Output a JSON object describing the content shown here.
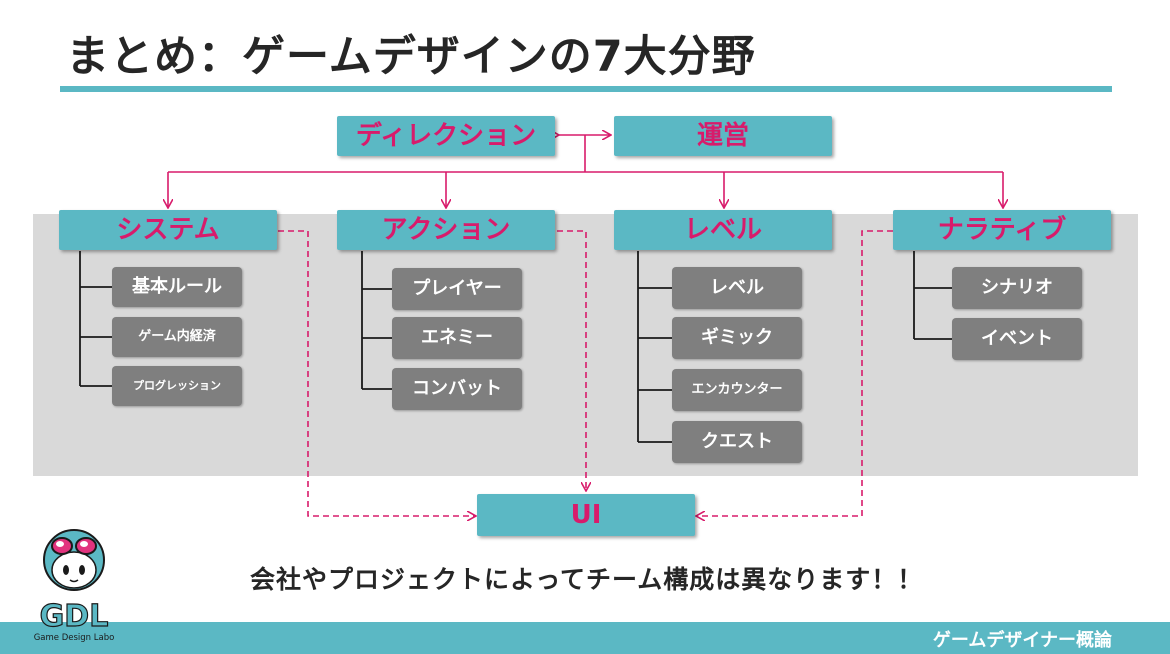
{
  "slide": {
    "title": "まとめ：ゲームデザインの7大分野",
    "note": "会社やプロジェクトによってチーム構成は異なります！！",
    "footer": "ゲームデザイナー概論"
  },
  "logo": {
    "text": "GDL",
    "subtext": "Game Design Labo"
  },
  "diagram": {
    "top_nodes": [
      "ディレクション",
      "運営"
    ],
    "branches": [
      {
        "label": "システム",
        "items": [
          "基本ルール",
          "ゲーム内経済",
          "プログレッション"
        ]
      },
      {
        "label": "アクション",
        "items": [
          "プレイヤー",
          "エネミー",
          "コンバット"
        ]
      },
      {
        "label": "レベル",
        "items": [
          "レベル",
          "ギミック",
          "エンカウンター",
          "クエスト"
        ]
      },
      {
        "label": "ナラティブ",
        "items": [
          "シナリオ",
          "イベント"
        ]
      }
    ],
    "bottom_node": "UI"
  },
  "colors": {
    "accent_teal": "#5bb8c4",
    "accent_magenta": "#d81b6b",
    "item_gray": "#7f7f7f",
    "band_gray": "#d9d9d9"
  }
}
